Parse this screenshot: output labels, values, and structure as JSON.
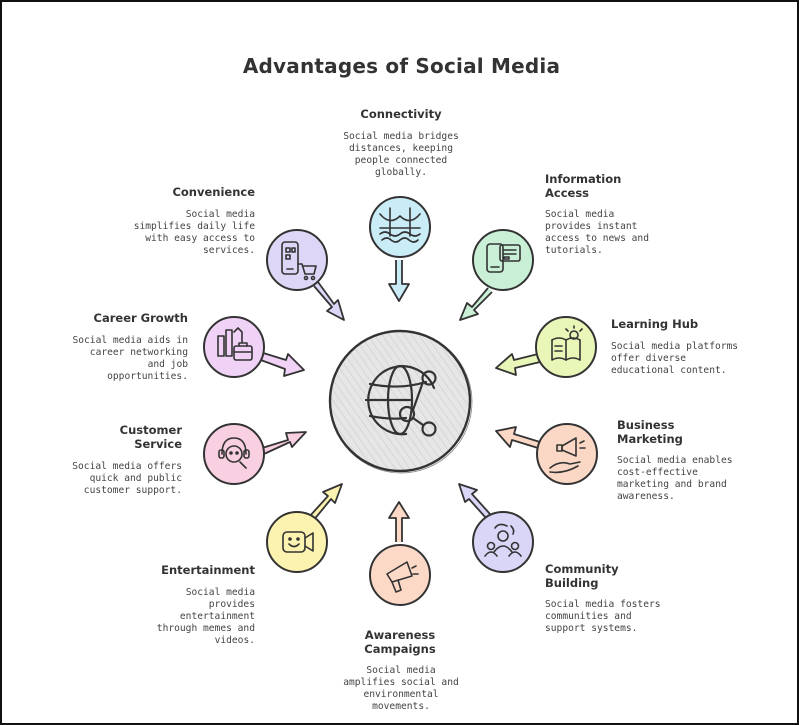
{
  "title": "Advantages of Social Media",
  "center": {
    "icon": "globe-share-icon"
  },
  "colors": {
    "connectivity": "#c9ecf7",
    "information_access": "#c9f0d6",
    "learning_hub": "#e8f6b8",
    "business_marketing": "#fbd7c6",
    "community_building": "#d9d6f7",
    "awareness_campaigns": "#fcd9c7",
    "entertainment": "#fdf3b0",
    "customer_service": "#f9cfe2",
    "career_growth": "#efd2f5",
    "convenience": "#ddd6f6",
    "hub": "#e6e6e6"
  },
  "items": [
    {
      "key": "connectivity",
      "title": "Connectivity",
      "desc": "Social media bridges\ndistances, keeping\npeople connected\nglobally.",
      "icon": "bridge-icon"
    },
    {
      "key": "information_access",
      "title": "Information\nAccess",
      "desc": "Social media\nprovides instant\naccess to news and\ntutorials.",
      "icon": "news-device-icon"
    },
    {
      "key": "learning_hub",
      "title": "Learning Hub",
      "desc": "Social media platforms\noffer diverse\neducational content.",
      "icon": "book-lightbulb-icon"
    },
    {
      "key": "business_marketing",
      "title": "Business\nMarketing",
      "desc": "Social media enables\ncost-effective\nmarketing and brand\nawareness.",
      "icon": "megaphone-hand-icon"
    },
    {
      "key": "community_building",
      "title": "Community\nBuilding",
      "desc": "Social media fosters\ncommunities and\nsupport systems.",
      "icon": "community-icon"
    },
    {
      "key": "awareness_campaigns",
      "title": "Awareness\nCampaigns",
      "desc": "Social media\namplifies social and\nenvironmental\nmovements.",
      "icon": "megaphone-icon"
    },
    {
      "key": "entertainment",
      "title": "Entertainment",
      "desc": "Social media\nprovides\nentertainment\nthrough memes and\nvideos.",
      "icon": "video-smile-icon"
    },
    {
      "key": "customer_service",
      "title": "Customer\nService",
      "desc": "Social media offers\nquick and public\ncustomer support.",
      "icon": "headset-icon"
    },
    {
      "key": "career_growth",
      "title": "Career Growth",
      "desc": "Social media aids in\ncareer networking\nand job\nopportunities.",
      "icon": "briefcase-city-icon"
    },
    {
      "key": "convenience",
      "title": "Convenience",
      "desc": "Social media\nsimplifies daily life\nwith easy access to\nservices.",
      "icon": "phone-cart-icon"
    }
  ]
}
